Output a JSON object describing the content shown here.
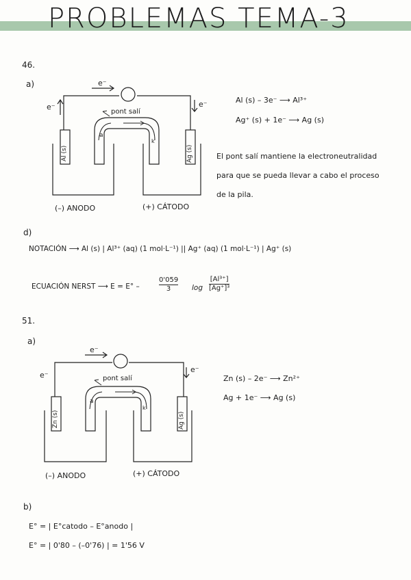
{
  "title": "PROBLEMAS TEMA-3",
  "p46": {
    "number": "46.",
    "part_a": "a)",
    "e_top": "e⁻",
    "e_left": "e⁻",
    "e_right": "e⁻",
    "salt_bridge": "pont salí",
    "salt_a": "a",
    "salt_k": "k",
    "electrode_left": "Al (s)",
    "electrode_right": "Ag (s)",
    "anode": "(–) ANODO",
    "cathode": "(+) CÁTODO",
    "reaction_1": "Al (s) – 3e⁻ ⟶ Al³⁺",
    "reaction_2": "Ag⁺ (s) + 1e⁻ ⟶ Ag (s)",
    "explanation_1": "El pont salí mantiene la electroneutralidad",
    "explanation_2": "para que se pueda llevar a cabo el proceso",
    "explanation_3": "de la pila.",
    "part_d": "d)",
    "notation": "NOTACIÓN ⟶  Al (s) | Al³⁺ (aq) (1 mol·L⁻¹) || Ag⁺ (aq) (1 mol·L⁻¹) | Ag⁺ (s)",
    "nernst_label": "ECUACIÓN NERST ⟶ E = E° –",
    "nernst_coef_num": "0'059",
    "nernst_coef_den": "3",
    "nernst_log": "log",
    "nernst_num": "[Al³⁺]",
    "nernst_den": "[Ag⁺]³"
  },
  "p51": {
    "number": "51.",
    "part_a": "a)",
    "e_top": "e⁻",
    "e_left": "e⁻",
    "e_right": "e⁻",
    "salt_bridge": "pont salí",
    "salt_a": "a",
    "salt_k": "k",
    "electrode_left": "Zn (s)",
    "electrode_right": "Ag (s)",
    "anode": "(–) ANODO",
    "cathode": "(+) CÁTODO",
    "reaction_1": "Zn (s) – 2e⁻ ⟶ Zn²⁺",
    "reaction_2": "Ag + 1e⁻ ⟶ Ag (s)",
    "part_b": "b)",
    "eq_1": "E° = | E°catodo – E°anodo |",
    "eq_2": "E° = | 0'80 – (–0'76) | = 1'56 V"
  }
}
